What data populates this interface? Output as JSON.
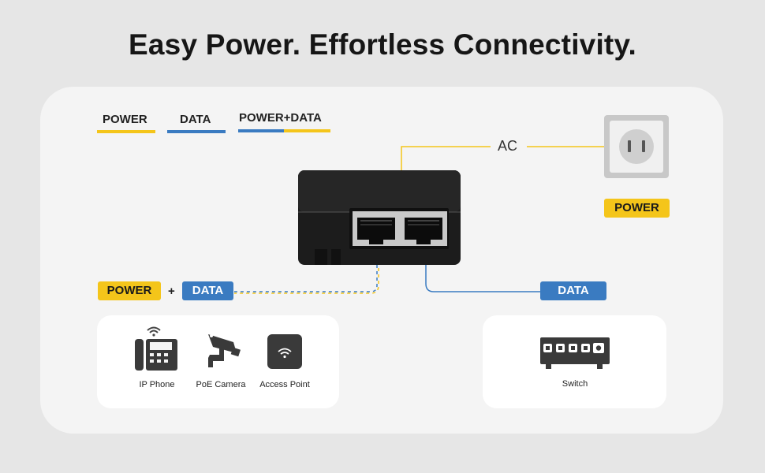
{
  "title": "Easy Power. Effortless Connectivity.",
  "legend": {
    "power": "POWER",
    "data": "DATA",
    "power_data": "POWER+DATA"
  },
  "colors": {
    "power": "#f4c51a",
    "data": "#3a7bc1",
    "injector": "#1c1c1c"
  },
  "ac_label": "AC",
  "outlet_badge": "POWER",
  "left_badges": {
    "power": "POWER",
    "plus": "+",
    "data": "DATA"
  },
  "right_badge": "DATA",
  "devices": [
    {
      "label": "IP Phone",
      "icon": "ip-phone-icon"
    },
    {
      "label": "PoE Camera",
      "icon": "camera-icon"
    },
    {
      "label": "Access Point",
      "icon": "access-point-icon"
    }
  ],
  "switch": {
    "label": "Switch",
    "icon": "switch-icon"
  }
}
